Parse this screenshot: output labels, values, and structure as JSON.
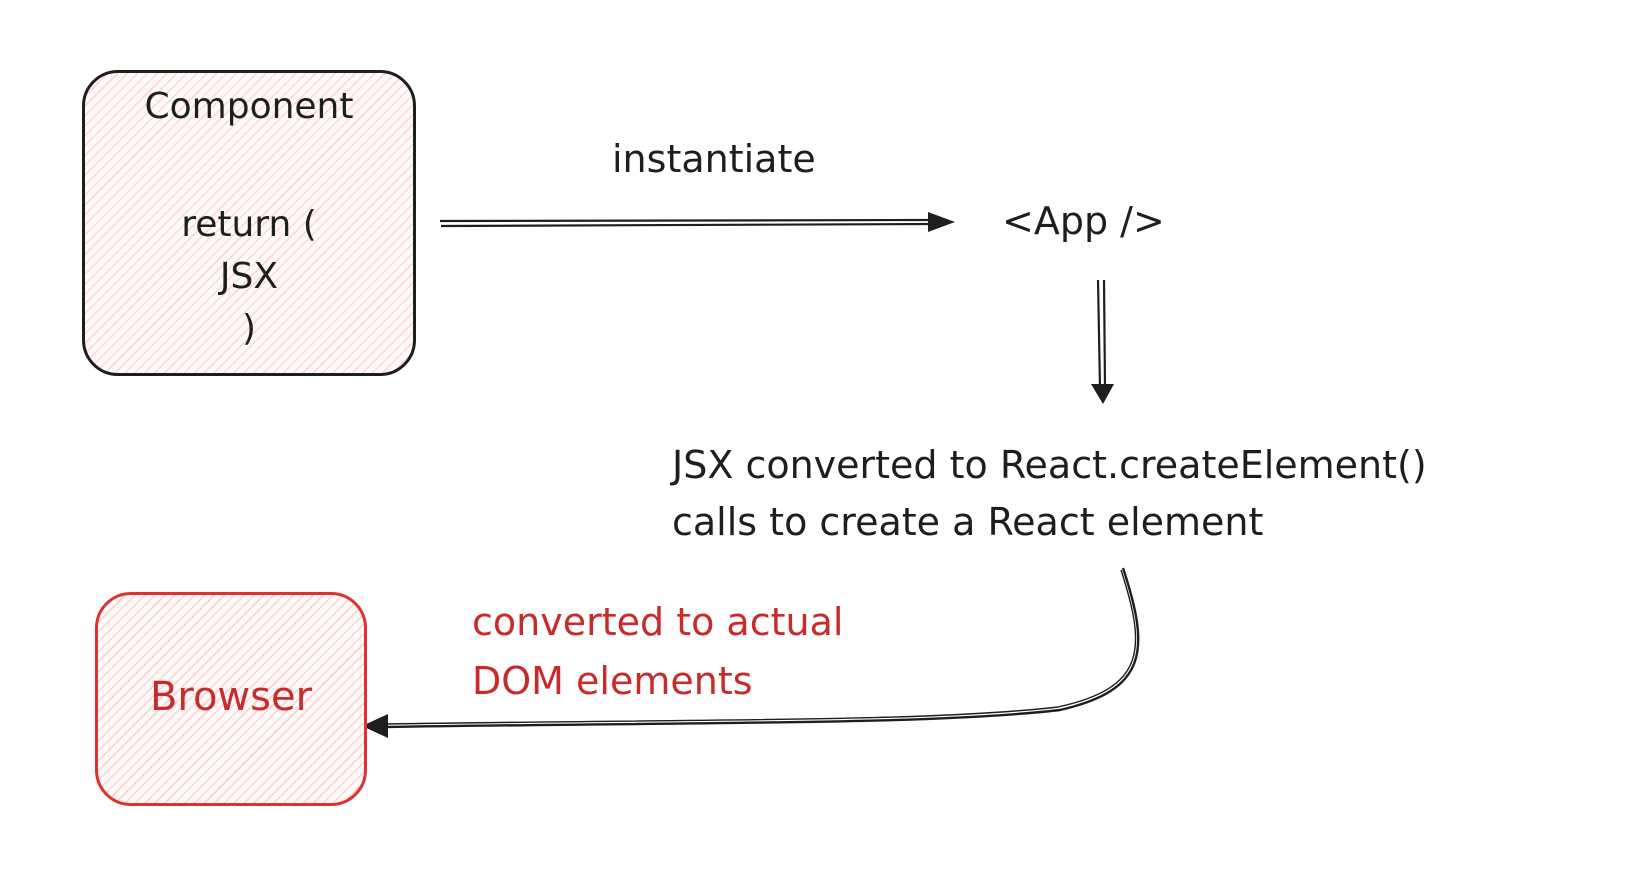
{
  "nodes": {
    "component": {
      "title": "Component",
      "line1": "return (",
      "line2": "JSX",
      "line3": ")"
    },
    "app": {
      "label": "<App />"
    },
    "conversion": {
      "line1": "JSX converted to React.createElement()",
      "line2": "calls to create a React element"
    },
    "browser": {
      "label": "Browser"
    }
  },
  "edges": {
    "instantiate": {
      "label": "instantiate"
    },
    "to_dom": {
      "line1": "converted to actual",
      "line2": "DOM elements"
    }
  },
  "colors": {
    "stroke": "#1e1e1e",
    "accent_red": "#e03131",
    "text_red": "#c92a2a",
    "hatch_pink": "#ffc9c9"
  }
}
